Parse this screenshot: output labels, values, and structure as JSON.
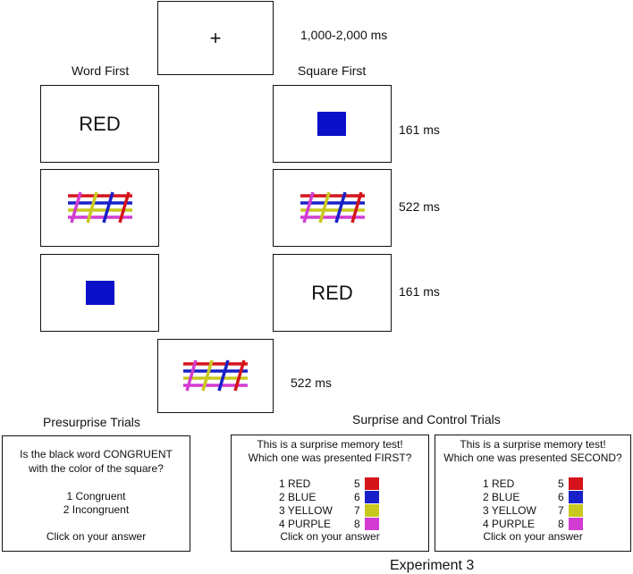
{
  "fixation": {
    "symbol": "+",
    "duration": "1,000-2,000 ms"
  },
  "columns": {
    "word_first": "Word First",
    "square_first": "Square First"
  },
  "frames": {
    "word": "RED"
  },
  "durations": {
    "row1": "161 ms",
    "row2": "522 ms",
    "row3": "161 ms",
    "row4": "522 ms"
  },
  "sections": {
    "presurprise": "Presurprise Trials",
    "surprise_control": "Surprise and Control Trials"
  },
  "presurprise_panel": {
    "line1": "Is the black word CONGRUENT",
    "line2": "with the color of the square?",
    "option1": "1 Congruent",
    "option2": "2 Incongruent",
    "footer": "Click on your answer"
  },
  "surprise_first": {
    "line1": "This is a surprise memory test!",
    "line2": "Which one was presented FIRST?",
    "footer": "Click on your answer"
  },
  "surprise_second": {
    "line1": "This is a surprise memory test!",
    "line2": "Which one was presented SECOND?",
    "footer": "Click on your answer"
  },
  "options": [
    {
      "label": "1 RED",
      "key": "5",
      "color": "#d4141a"
    },
    {
      "label": "2 BLUE",
      "key": "6",
      "color": "#1820c8"
    },
    {
      "label": "3 YELLOW",
      "key": "7",
      "color": "#c8c81e"
    },
    {
      "label": "4 PURPLE",
      "key": "8",
      "color": "#d23cd2"
    }
  ],
  "colors": {
    "square_blue": "#0b10c8",
    "red": "#d4141a",
    "blue": "#1820c8",
    "yellow": "#c8c81e",
    "purple": "#d23cd2"
  },
  "caption": "Experiment 3"
}
